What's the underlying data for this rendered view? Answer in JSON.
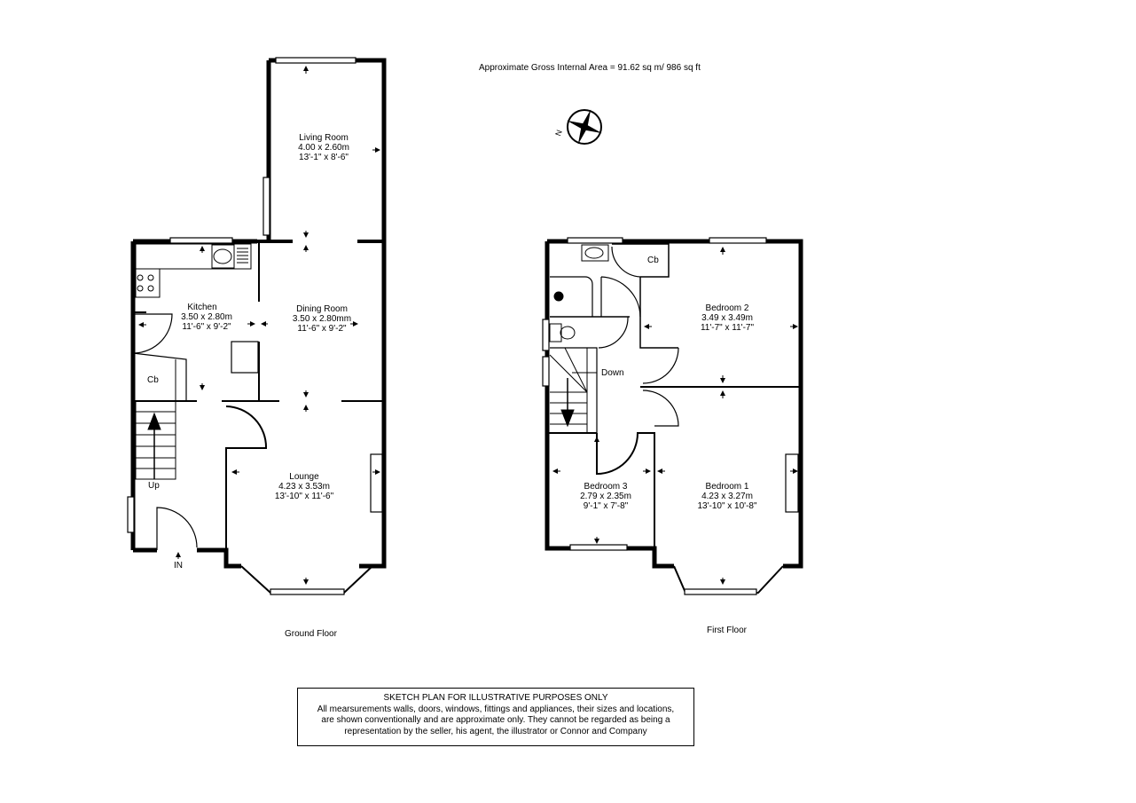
{
  "header": {
    "gross_area": "Approximate Gross Internal Area = 91.62 sq m/ 986 sq ft"
  },
  "compass": {
    "icon": "compass-rose-icon",
    "north_label": "N"
  },
  "ground_floor": {
    "label": "Ground Floor",
    "rooms": [
      {
        "name": "Living Room",
        "metric": "4.00 x 2.60m",
        "imperial": "13'-1\" x 8'-6\""
      },
      {
        "name": "Kitchen",
        "metric": "3.50 x 2.80m",
        "imperial": "11'-6\" x 9'-2\""
      },
      {
        "name": "Dining Room",
        "metric": "3.50 x 2.80mm",
        "imperial": "11'-6\" x 9'-2\""
      },
      {
        "name": "Lounge",
        "metric": "4.23 x 3.53m",
        "imperial": "13'-10\" x 11'-6\""
      }
    ],
    "labels": {
      "cupboard": "Cb",
      "stairs": "Up",
      "entrance": "IN"
    }
  },
  "first_floor": {
    "label": "First Floor",
    "rooms": [
      {
        "name": "Bedroom 2",
        "metric": "3.49 x 3.49m",
        "imperial": "11'-7\" x 11'-7\""
      },
      {
        "name": "Bedroom 3",
        "metric": "2.79 x 2.35m",
        "imperial": "9'-1\" x 7'-8\""
      },
      {
        "name": "Bedroom 1",
        "metric": "4.23 x 3.27m",
        "imperial": "13'-10\" x 10'-8\""
      }
    ],
    "labels": {
      "cupboard": "Cb",
      "stairs": "Down"
    }
  },
  "disclaimer": {
    "title": "SKETCH PLAN FOR ILLUSTRATIVE PURPOSES ONLY",
    "line1": "All mearsurements walls, doors, windows, fittings and appliances, their sizes and locations,",
    "line2": "are shown conventionally and are approximate only. They cannot be regarded as being a",
    "line3": "representation by the seller, his agent, the illustrator or Connor and Company"
  },
  "colors": {
    "wall": "#000000",
    "background": "#ffffff"
  }
}
